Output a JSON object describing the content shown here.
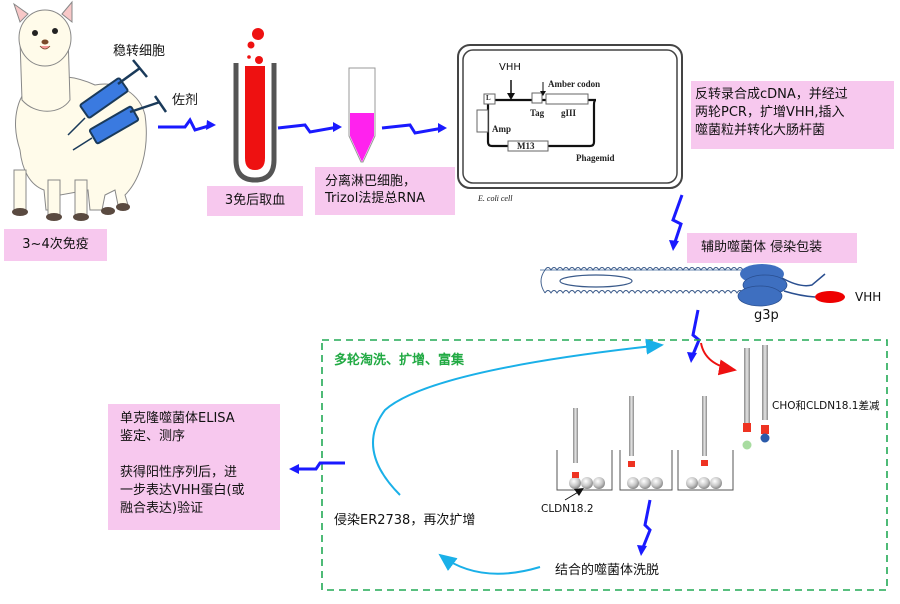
{
  "title": "Alpaca VHH nanobody phage display library construction and panning workflow",
  "colors": {
    "label_bg": "#f7c8ee",
    "arrow_blue": "#1a1aff",
    "cycle_arrow": "#1ab0e8",
    "panning_border": "#22aa55",
    "panning_title": "#22aa44",
    "blood_red": "#ee1111",
    "rna_magenta": "#ff22ee",
    "g3p_blue": "#3e6fc0",
    "vhh_red": "#ee0000"
  },
  "immunization": {
    "injection_label_1": "稳转细胞",
    "injection_label_2": "佐剂",
    "count_label": "3~4次免疫"
  },
  "blood": {
    "label": "3免后取血"
  },
  "rna": {
    "label_line1": "分离淋巴细胞，",
    "label_line2": "Trizol法提总RNA"
  },
  "phagemid_diagram": {
    "vhh": "VHH",
    "amber_codon": "Amber codon",
    "l": "L",
    "tag": "Tag",
    "giii": "gIII",
    "amp": "Amp",
    "m13": "M13",
    "phagemid": "Phagemid",
    "cell_caption": "E. coli cell"
  },
  "library_step": {
    "line1": "反转录合成cDNA，并经过",
    "line2": "两轮PCR，扩增VHH,插入",
    "line3": "噬菌粒并转化大肠杆菌"
  },
  "helper_phage": {
    "label": "辅助噬菌体 侵染包装",
    "g3p": "g3p",
    "vhh": "VHH"
  },
  "panning": {
    "title": "多轮淘洗、扩增、富集",
    "subtraction_label": "CHO和CLDN18.1差减",
    "target_label": "CLDN18.2",
    "elution_label": "结合的噬菌体洗脱",
    "amplify_label": "侵染ER2738，再次扩增"
  },
  "screening": {
    "line1": "单克隆噬菌体ELISA",
    "line2": "鉴定、测序",
    "line3": "获得阳性序列后，进",
    "line4": "一步表达VHH蛋白(或",
    "line5": "融合表达)验证"
  }
}
